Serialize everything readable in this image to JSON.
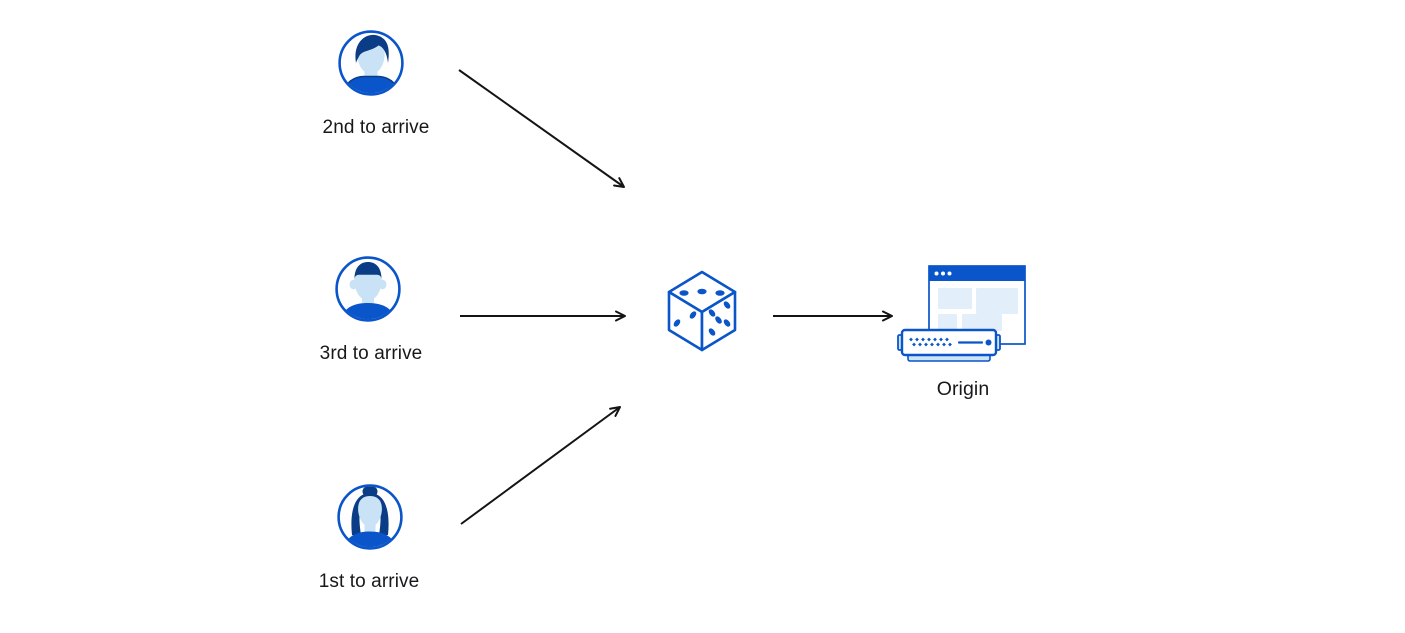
{
  "nodes": {
    "visitor_top": {
      "label": "2nd to arrive",
      "icon": "male-avatar-swept-hair"
    },
    "visitor_middle": {
      "label": "3rd to arrive",
      "icon": "male-avatar-flat-hair"
    },
    "visitor_bottom": {
      "label": "1st to arrive",
      "icon": "female-avatar-bun"
    },
    "dice": {
      "icon": "dice"
    },
    "origin": {
      "label": "Origin",
      "icon": "origin-server-browser"
    }
  },
  "edges": [
    {
      "from": "visitor_top",
      "to": "dice"
    },
    {
      "from": "visitor_middle",
      "to": "dice"
    },
    {
      "from": "visitor_bottom",
      "to": "dice"
    },
    {
      "from": "dice",
      "to": "origin"
    }
  ],
  "colors": {
    "primary_blue": "#0A55C9",
    "navy": "#0B3C86",
    "face_light_blue": "#C9E2F5",
    "pale_block_blue": "#E2EEF9",
    "server_light_blue": "#CDE4F7",
    "arrow_black": "#141414",
    "text": "#17181A",
    "background": "#FFFFFF"
  }
}
